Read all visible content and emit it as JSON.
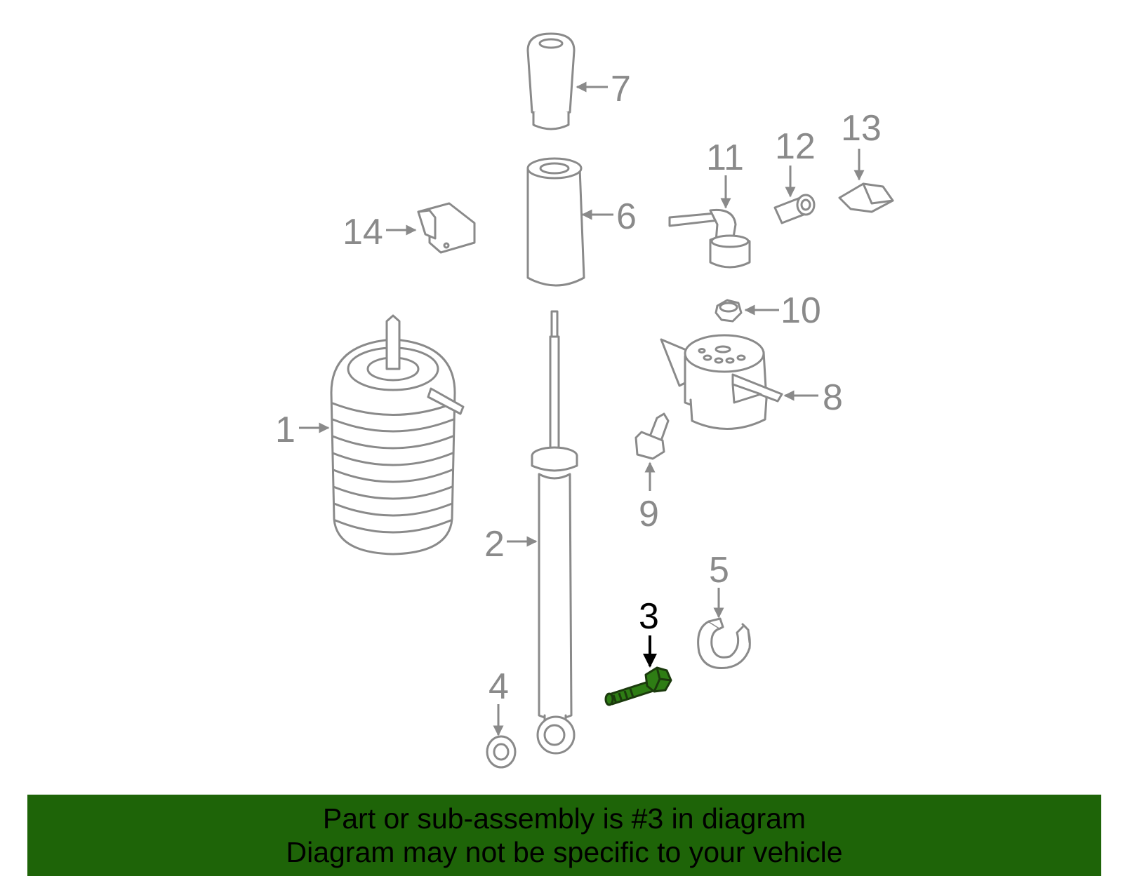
{
  "callouts": {
    "c1": "1",
    "c2": "2",
    "c3": "3",
    "c4": "4",
    "c5": "5",
    "c6": "6",
    "c7": "7",
    "c8": "8",
    "c9": "9",
    "c10": "10",
    "c11": "11",
    "c12": "12",
    "c13": "13",
    "c14": "14"
  },
  "highlighted_part": "3",
  "colors": {
    "highlight": "#2e7d14",
    "footer_bg": "#1e6408",
    "part_outline": "#8a8a8a"
  },
  "footer": {
    "line1": "Part or sub-assembly is #3 in diagram",
    "line2": "Diagram may not be specific to your vehicle"
  }
}
